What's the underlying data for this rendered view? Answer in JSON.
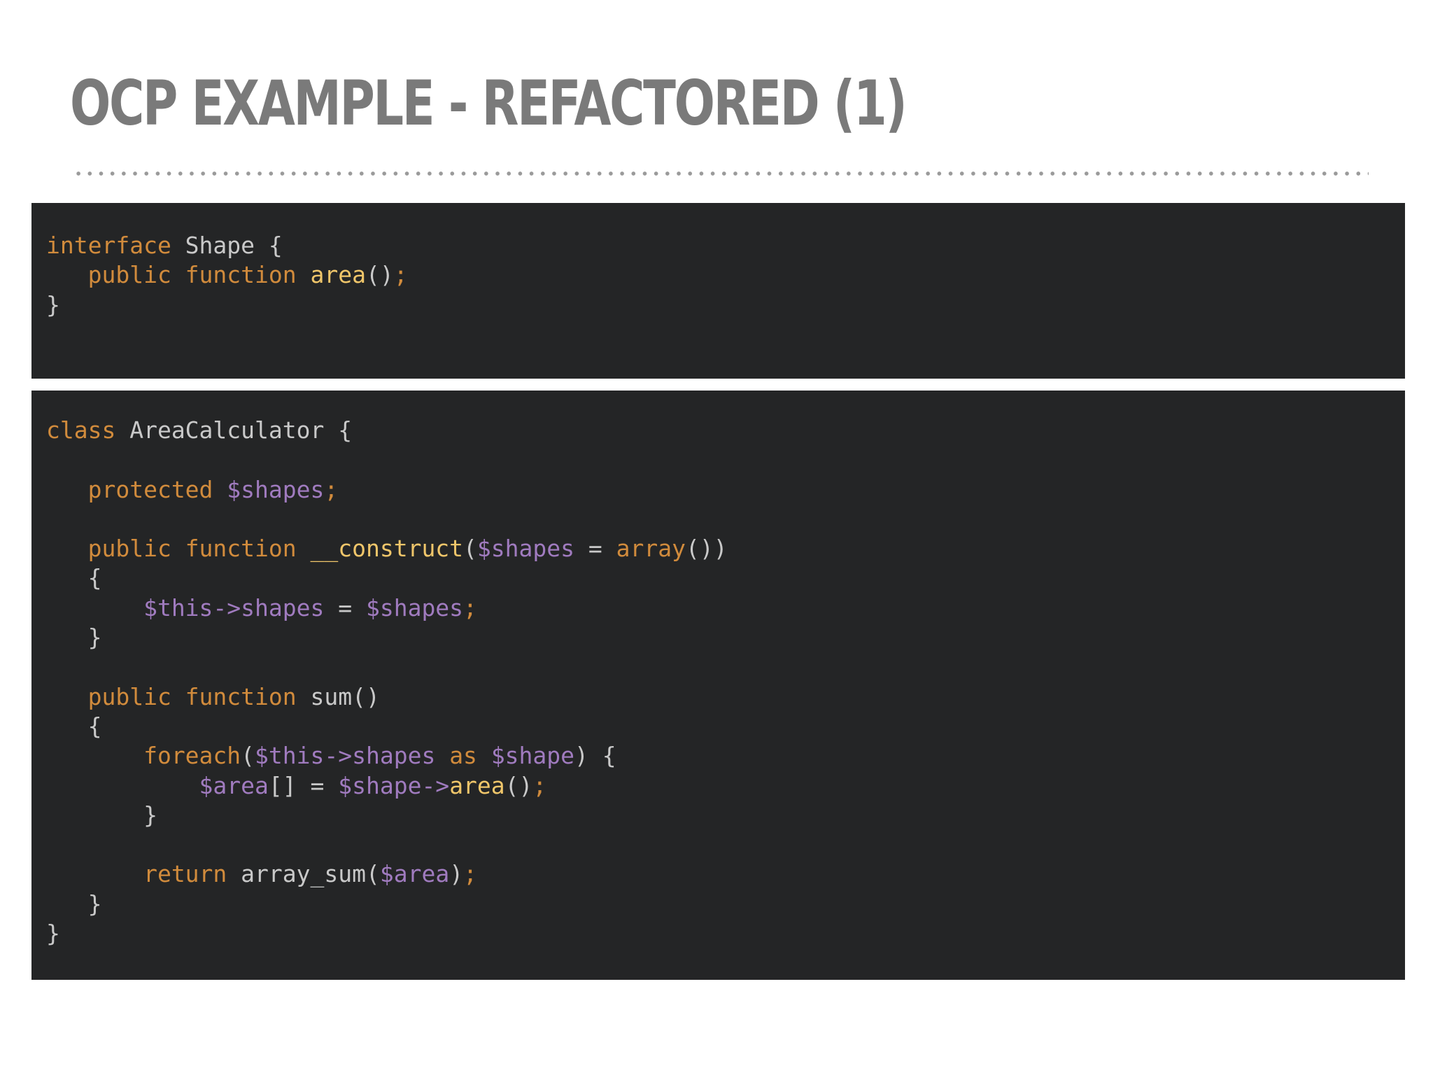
{
  "slide": {
    "title": "OCP EXAMPLE - REFACTORED (1)"
  },
  "colors": {
    "background": "#ffffff",
    "title": "#7a7a7a",
    "divider": "#9a9a9a",
    "code_background": "#242526",
    "keyword": "#d18b3c",
    "variable": "#a07bbf",
    "function_call": "#f0c66a",
    "plain": "#c9c9c9"
  },
  "code_blocks": [
    {
      "lines": [
        [
          {
            "t": "interface",
            "c": "kw"
          },
          {
            "t": " Shape {",
            "c": "pl"
          }
        ],
        [
          {
            "t": "   ",
            "c": "pl"
          },
          {
            "t": "public function",
            "c": "kw"
          },
          {
            "t": " ",
            "c": "pl"
          },
          {
            "t": "area",
            "c": "fn"
          },
          {
            "t": "()",
            "c": "pl"
          },
          {
            "t": ";",
            "c": "kw"
          }
        ],
        [
          {
            "t": "}",
            "c": "pl"
          }
        ]
      ]
    },
    {
      "lines": [
        [
          {
            "t": "class",
            "c": "kw"
          },
          {
            "t": " AreaCalculator {",
            "c": "pl"
          }
        ],
        [],
        [
          {
            "t": "   ",
            "c": "pl"
          },
          {
            "t": "protected",
            "c": "kw"
          },
          {
            "t": " ",
            "c": "pl"
          },
          {
            "t": "$shapes",
            "c": "var"
          },
          {
            "t": ";",
            "c": "kw"
          }
        ],
        [],
        [
          {
            "t": "   ",
            "c": "pl"
          },
          {
            "t": "public function",
            "c": "kw"
          },
          {
            "t": " ",
            "c": "pl"
          },
          {
            "t": "__construct",
            "c": "fn"
          },
          {
            "t": "(",
            "c": "pl"
          },
          {
            "t": "$shapes",
            "c": "var"
          },
          {
            "t": " = ",
            "c": "pl"
          },
          {
            "t": "array",
            "c": "kw"
          },
          {
            "t": "())",
            "c": "pl"
          }
        ],
        [
          {
            "t": "   {",
            "c": "pl"
          }
        ],
        [
          {
            "t": "       ",
            "c": "pl"
          },
          {
            "t": "$this->shapes",
            "c": "var"
          },
          {
            "t": " = ",
            "c": "pl"
          },
          {
            "t": "$shapes",
            "c": "var"
          },
          {
            "t": ";",
            "c": "kw"
          }
        ],
        [
          {
            "t": "   }",
            "c": "pl"
          }
        ],
        [],
        [
          {
            "t": "   ",
            "c": "pl"
          },
          {
            "t": "public function",
            "c": "kw"
          },
          {
            "t": " sum()",
            "c": "pl"
          }
        ],
        [
          {
            "t": "   {",
            "c": "pl"
          }
        ],
        [
          {
            "t": "       ",
            "c": "pl"
          },
          {
            "t": "foreach",
            "c": "kw"
          },
          {
            "t": "(",
            "c": "pl"
          },
          {
            "t": "$this->shapes",
            "c": "var"
          },
          {
            "t": " ",
            "c": "pl"
          },
          {
            "t": "as",
            "c": "kw"
          },
          {
            "t": " ",
            "c": "pl"
          },
          {
            "t": "$shape",
            "c": "var"
          },
          {
            "t": ") {",
            "c": "pl"
          }
        ],
        [
          {
            "t": "           ",
            "c": "pl"
          },
          {
            "t": "$area",
            "c": "var"
          },
          {
            "t": "[] = ",
            "c": "pl"
          },
          {
            "t": "$shape->",
            "c": "var"
          },
          {
            "t": "area",
            "c": "fn"
          },
          {
            "t": "()",
            "c": "pl"
          },
          {
            "t": ";",
            "c": "kw"
          }
        ],
        [
          {
            "t": "       }",
            "c": "pl"
          }
        ],
        [],
        [
          {
            "t": "       ",
            "c": "pl"
          },
          {
            "t": "return",
            "c": "kw"
          },
          {
            "t": " array_sum(",
            "c": "pl"
          },
          {
            "t": "$area",
            "c": "var"
          },
          {
            "t": ")",
            "c": "pl"
          },
          {
            "t": ";",
            "c": "kw"
          }
        ],
        [
          {
            "t": "   }",
            "c": "pl"
          }
        ],
        [
          {
            "t": "}",
            "c": "pl"
          }
        ]
      ]
    }
  ]
}
